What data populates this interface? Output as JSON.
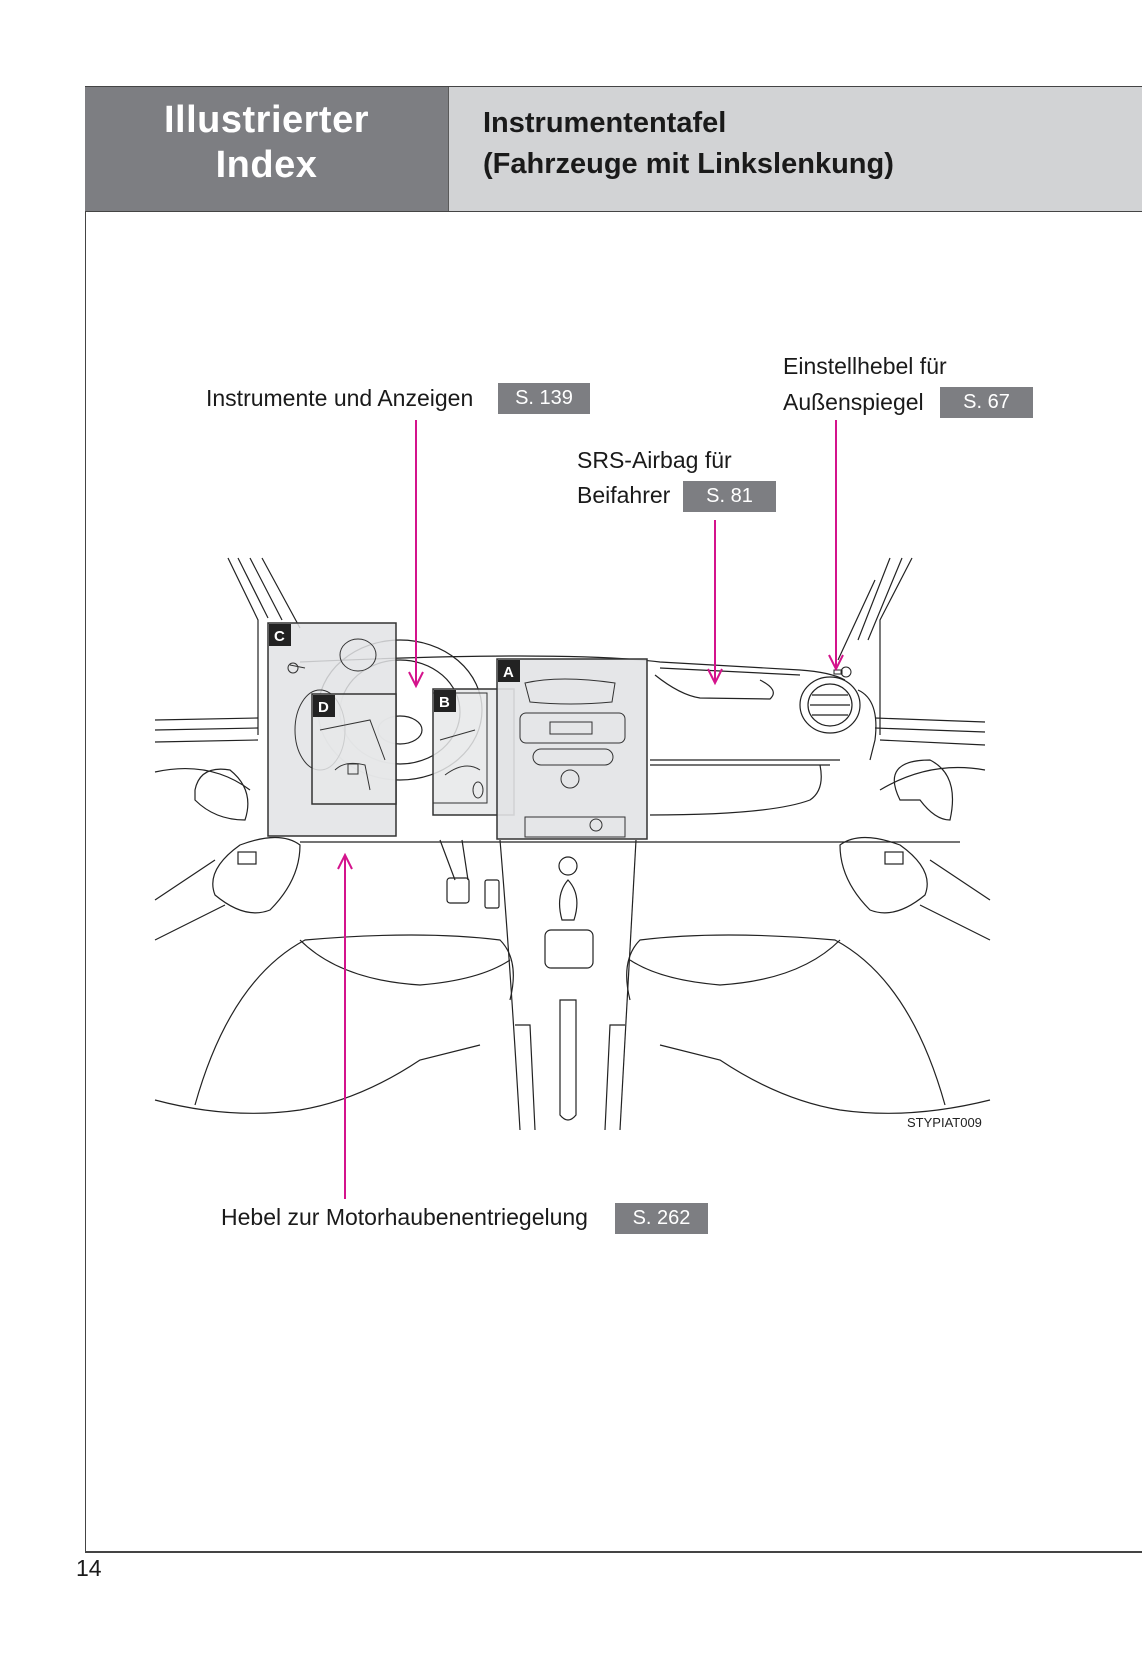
{
  "header": {
    "section_line1": "Illustrierter",
    "section_line2": "Index",
    "title_line1": "Instrumententafel",
    "title_line2": "(Fahrzeuge mit Linkslenkung)"
  },
  "callouts": [
    {
      "id": "instruments",
      "text": "Instrumente und Anzeigen",
      "page": "S. 139"
    },
    {
      "id": "passenger-airbag",
      "text_line1": "SRS-Airbag für",
      "text_line2": "Beifahrer",
      "page": "S. 81"
    },
    {
      "id": "mirror-lever",
      "text_line1": "Einstellhebel für",
      "text_line2": "Außenspiegel",
      "page": "S. 67"
    },
    {
      "id": "hood-release",
      "text": "Hebel zur Motorhaubenentriegelung",
      "page": "S. 262"
    }
  ],
  "zones": [
    "A",
    "B",
    "C",
    "D"
  ],
  "image_code": "STYPIAT009",
  "page_number": "14",
  "colors": {
    "header_dark": "#7d7e82",
    "header_light": "#d2d3d5",
    "badge": "#7d7e82",
    "leader_line": "#d4138c",
    "zone_fill": "#e2e3e5"
  }
}
